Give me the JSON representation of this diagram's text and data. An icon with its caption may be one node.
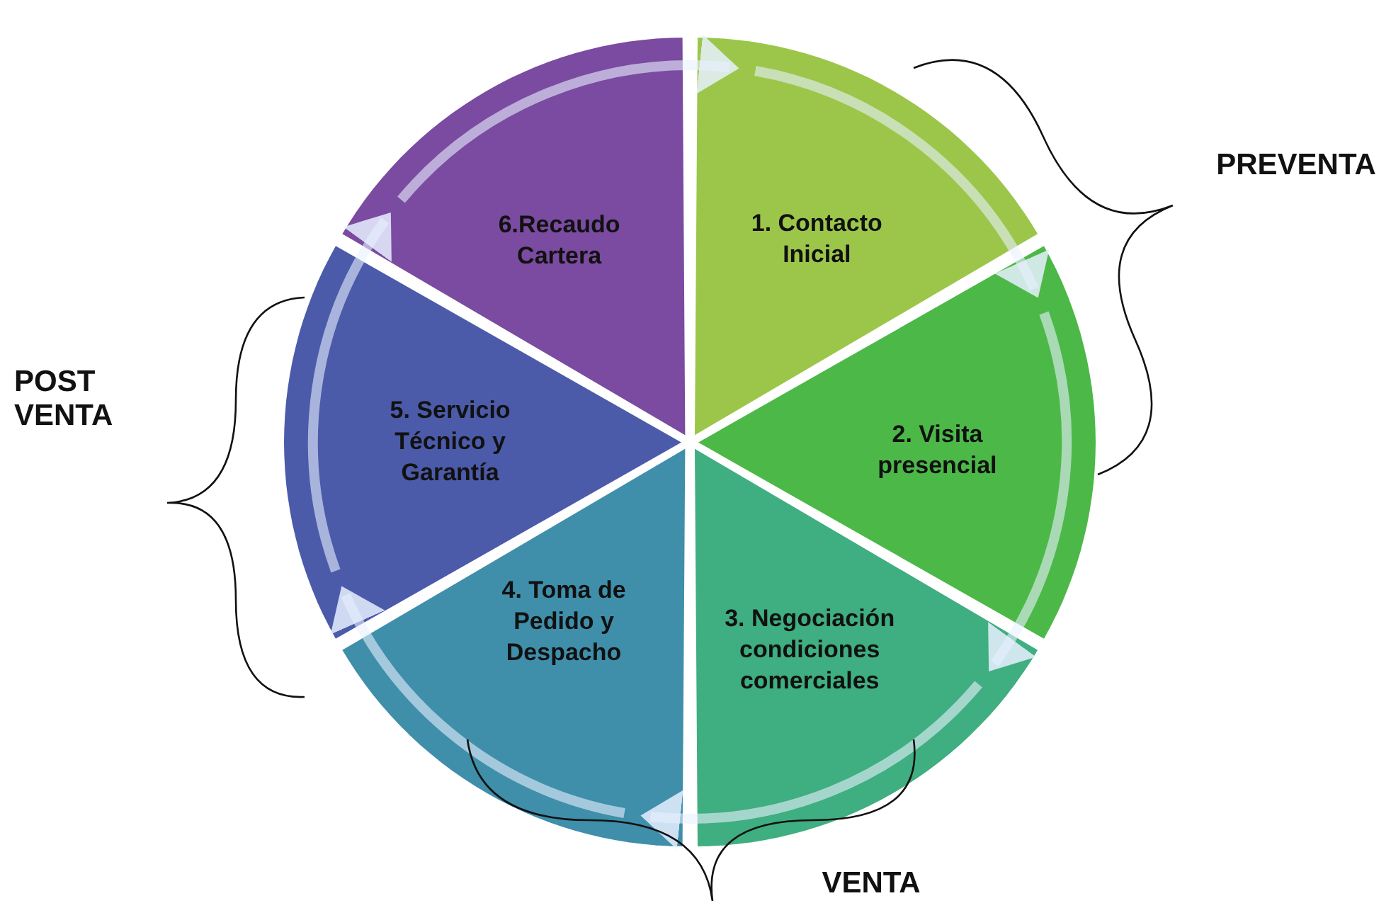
{
  "diagram": {
    "nodes": [
      {
        "text": [
          "1. Contacto Inicial"
        ]
      },
      {
        "text": [
          "2. Visita presencial"
        ]
      },
      {
        "text": [
          "3. Negociación condiciones comerciales"
        ]
      },
      {
        "text": [
          "4. Toma de Pedido y Despacho"
        ]
      },
      {
        "text": [
          "5. Servicio Técnico y Garantía"
        ]
      },
      {
        "text": [
          "6.Recaudo Cartera"
        ]
      }
    ],
    "edges": [
      {
        "from": 0,
        "to": 1,
        "arrow": "to"
      },
      {
        "from": 1,
        "to": 2,
        "arrow": "to"
      },
      {
        "from": 2,
        "to": 3,
        "arrow": "to"
      },
      {
        "from": 3,
        "to": 4,
        "arrow": "to"
      },
      {
        "from": 4,
        "to": 5,
        "arrow": "to"
      },
      {
        "from": 5,
        "to": 0,
        "arrow": "to"
      }
    ],
    "labels": [
      "PREVENTA",
      "POST VENTA",
      "VENTA"
    ]
  }
}
